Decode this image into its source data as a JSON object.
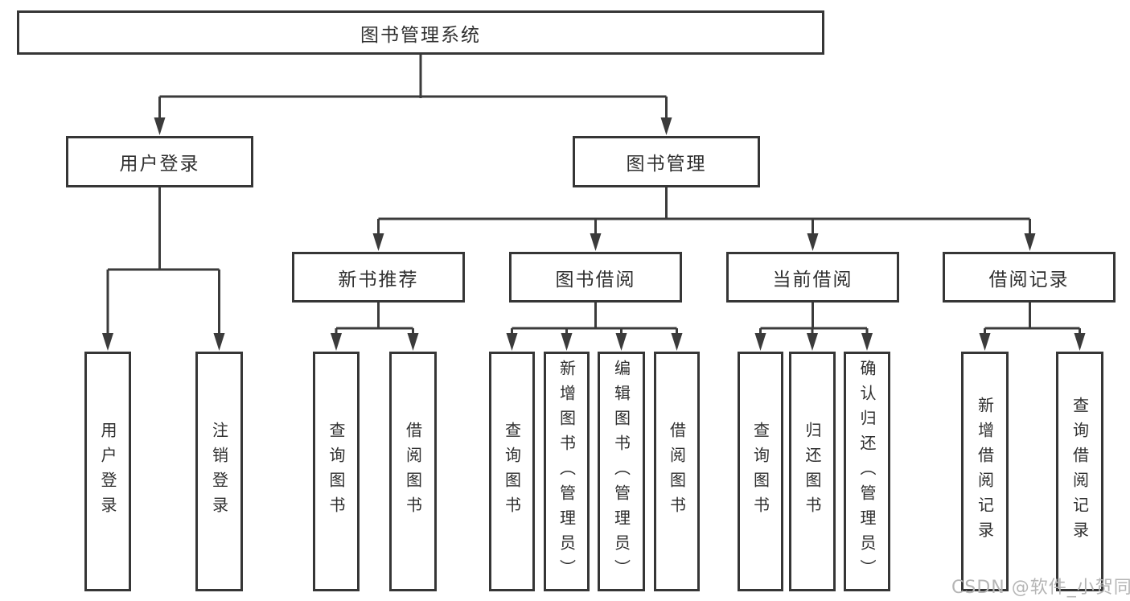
{
  "colors": {
    "line": "#3b3b3b",
    "box_border": "#363636",
    "box_fill": "#ffffff",
    "text": "#2f2f2f",
    "watermark_text": "#b5b5b5",
    "background": "#ffffff"
  },
  "diagram": {
    "type": "tree",
    "root": {
      "label": "图书管理系统"
    },
    "branches": [
      {
        "label": "用户登录",
        "children": [
          {
            "label": "用户登录"
          },
          {
            "label": "注销登录"
          }
        ]
      },
      {
        "label": "图书管理",
        "sections": [
          {
            "label": "新书推荐",
            "children": [
              {
                "label": "查询图书"
              },
              {
                "label": "借阅图书"
              }
            ]
          },
          {
            "label": "图书借阅",
            "children": [
              {
                "label": "查询图书"
              },
              {
                "label": "新增图书（管理员）"
              },
              {
                "label": "编辑图书（管理员）"
              },
              {
                "label": "借阅图书"
              }
            ]
          },
          {
            "label": "当前借阅",
            "children": [
              {
                "label": "查询图书"
              },
              {
                "label": "归还图书"
              },
              {
                "label": "确认归还（管理员）"
              }
            ]
          },
          {
            "label": "借阅记录",
            "children": [
              {
                "label": "新增借阅记录"
              },
              {
                "label": "查询借阅记录"
              }
            ]
          }
        ]
      }
    ]
  },
  "watermark": {
    "text": "CSDN @软件_小贺同学"
  }
}
